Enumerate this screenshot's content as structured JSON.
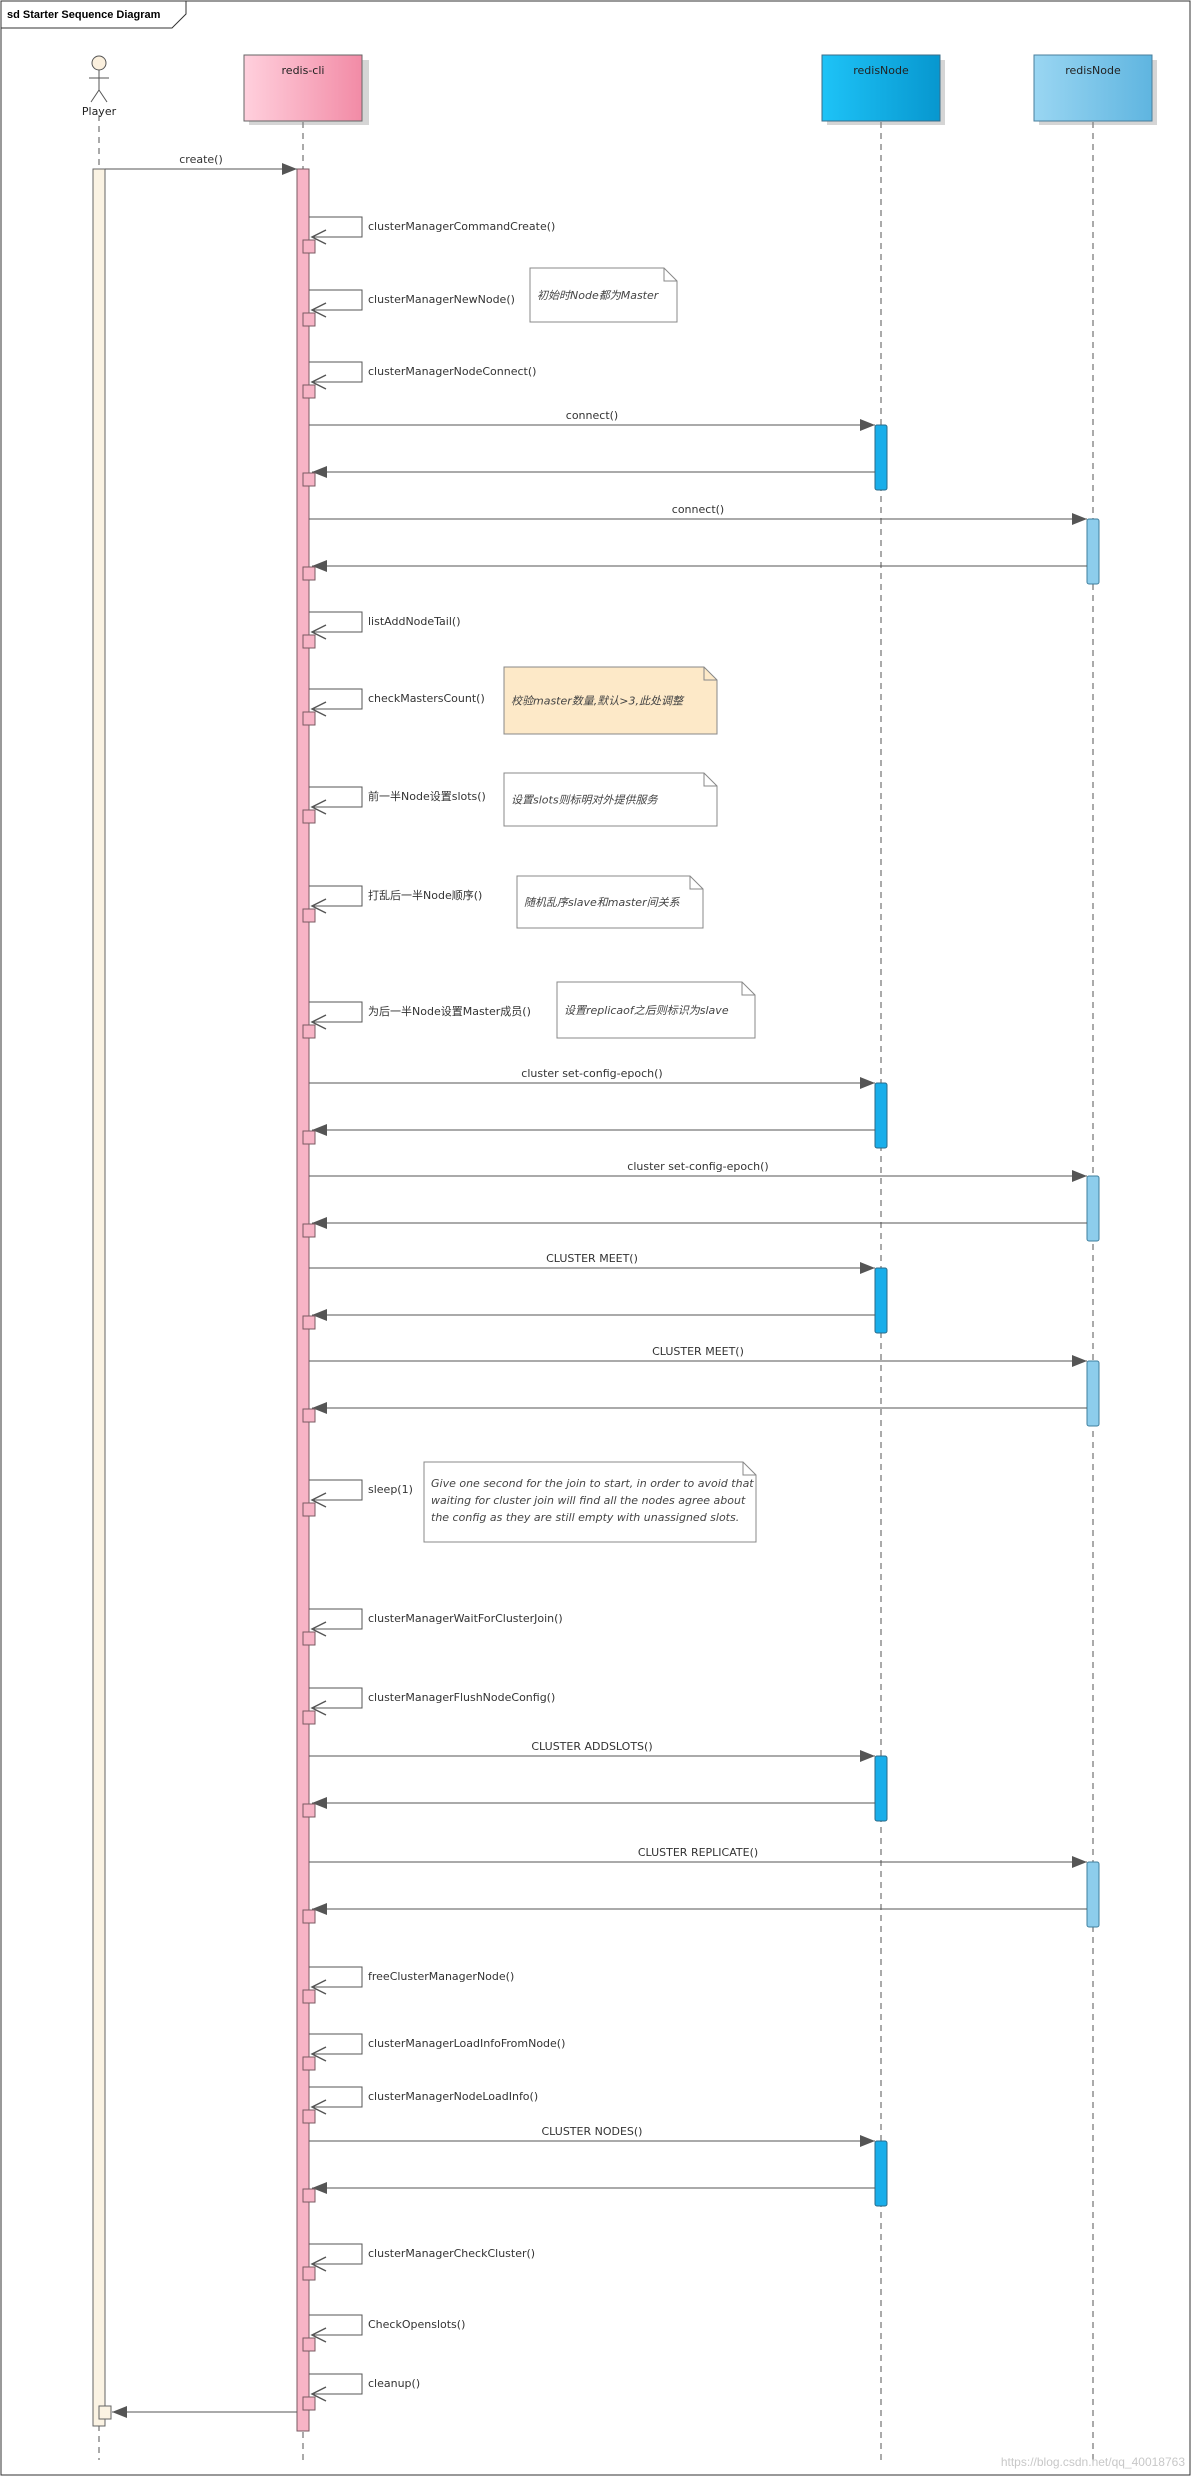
{
  "frame": {
    "title": "sd Starter Sequence Diagram"
  },
  "participants": [
    {
      "id": "player",
      "label": "Player",
      "kind": "actor"
    },
    {
      "id": "cli",
      "label": "redis-cli",
      "kind": "box",
      "color": "#f5a3b8"
    },
    {
      "id": "node1",
      "label": "redisNode",
      "kind": "box",
      "color": "#19b4ee"
    },
    {
      "id": "node2",
      "label": "redisNode",
      "kind": "box",
      "color": "#7ec8ea"
    }
  ],
  "messages": [
    {
      "type": "call",
      "from": "player",
      "to": "cli",
      "label": "create()"
    },
    {
      "type": "self",
      "label": "clusterManagerCommandCreate()"
    },
    {
      "type": "self",
      "label": "clusterManagerNewNode()",
      "note": "初始时Node都为Master"
    },
    {
      "type": "self",
      "label": "clusterManagerNodeConnect()"
    },
    {
      "type": "call",
      "from": "cli",
      "to": "node1",
      "label": "connect()"
    },
    {
      "type": "call",
      "from": "cli",
      "to": "node2",
      "label": "connect()"
    },
    {
      "type": "self",
      "label": "listAddNodeTail()"
    },
    {
      "type": "self",
      "label": "checkMastersCount()",
      "note": "校验master数量,默认>3,此处调整",
      "note_highlight": true
    },
    {
      "type": "self",
      "label": "前一半Node设置slots()",
      "note": "设置slots则标明对外提供服务"
    },
    {
      "type": "self",
      "label": "打乱后一半Node顺序()",
      "note": "随机乱序slave和master间关系"
    },
    {
      "type": "self",
      "label": "为后一半Node设置Master成员()",
      "note": "设置replicaof之后则标识为slave"
    },
    {
      "type": "call",
      "from": "cli",
      "to": "node1",
      "label": "cluster set-config-epoch()"
    },
    {
      "type": "call",
      "from": "cli",
      "to": "node2",
      "label": "cluster set-config-epoch()"
    },
    {
      "type": "call",
      "from": "cli",
      "to": "node1",
      "label": "CLUSTER MEET()"
    },
    {
      "type": "call",
      "from": "cli",
      "to": "node2",
      "label": "CLUSTER MEET()"
    },
    {
      "type": "self",
      "label": "sleep(1)",
      "note": [
        "Give one second for the join to start, in order to avoid that",
        "waiting for cluster join will find all the nodes agree about",
        "the config as they are still empty with unassigned slots."
      ]
    },
    {
      "type": "self",
      "label": "clusterManagerWaitForClusterJoin()"
    },
    {
      "type": "self",
      "label": "clusterManagerFlushNodeConfig()"
    },
    {
      "type": "call",
      "from": "cli",
      "to": "node1",
      "label": "CLUSTER ADDSLOTS()"
    },
    {
      "type": "call",
      "from": "cli",
      "to": "node2",
      "label": "CLUSTER REPLICATE()"
    },
    {
      "type": "self",
      "label": "freeClusterManagerNode()"
    },
    {
      "type": "self",
      "label": "clusterManagerLoadInfoFromNode()"
    },
    {
      "type": "self",
      "label": "clusterManagerNodeLoadInfo()"
    },
    {
      "type": "call",
      "from": "cli",
      "to": "node1",
      "label": "CLUSTER NODES()"
    },
    {
      "type": "self",
      "label": "clusterManagerCheckCluster()"
    },
    {
      "type": "self",
      "label": "CheckOpenslots()"
    },
    {
      "type": "self",
      "label": "cleanup()"
    },
    {
      "type": "return",
      "from": "cli",
      "to": "player",
      "label": ""
    }
  ],
  "watermark": "https://blog.csdn.net/qq_40018763"
}
